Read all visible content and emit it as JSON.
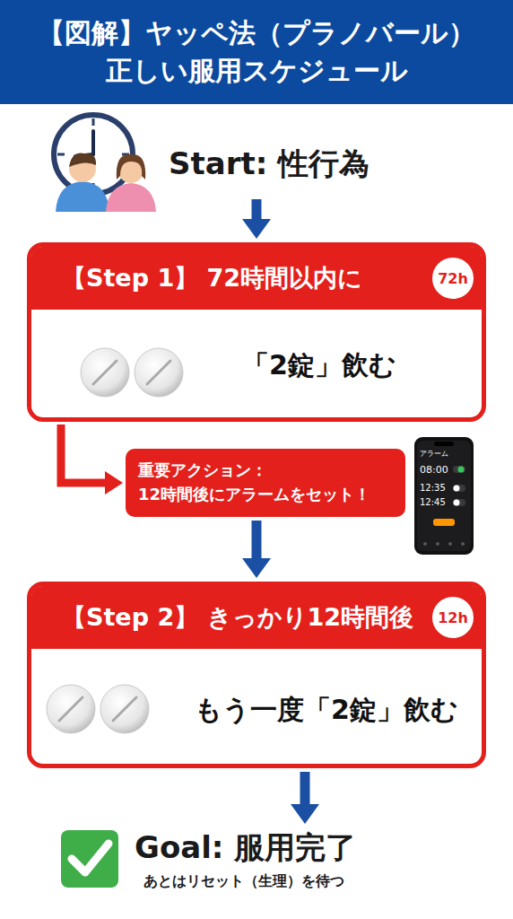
{
  "diagram": {
    "title": "【図解】ヤッペ法（プラノバール） 正しい服用スケジュール",
    "nodes": [
      {
        "text": [
          "Start: 性行為"
        ]
      },
      {
        "text": [
          "【Step 1】 72時間以内に",
          "「2錠」飲む"
        ]
      },
      {
        "text": [
          "72h"
        ],
        "in": 1
      },
      {
        "text": [
          "重要アクション： 12時間後にアラームをセット！"
        ]
      },
      {
        "text": [
          "【Step 2】 きっかり12時間後",
          "もう一度「2錠」飲む"
        ]
      },
      {
        "text": [
          "12h"
        ],
        "in": 4
      },
      {
        "text": [
          "Goal: 服用完了",
          "あとはリセット（生理）を待つ"
        ]
      }
    ],
    "edges": [
      {
        "from": 0,
        "to": 1,
        "arrow": "to"
      },
      {
        "from": 1,
        "to": 3,
        "arrow": "to"
      },
      {
        "from": 3,
        "to": 4,
        "arrow": "to"
      },
      {
        "from": 4,
        "to": 6,
        "arrow": "to"
      }
    ],
    "labels": [
      "アラーム",
      "08:00",
      "12:35",
      "12:45"
    ]
  }
}
